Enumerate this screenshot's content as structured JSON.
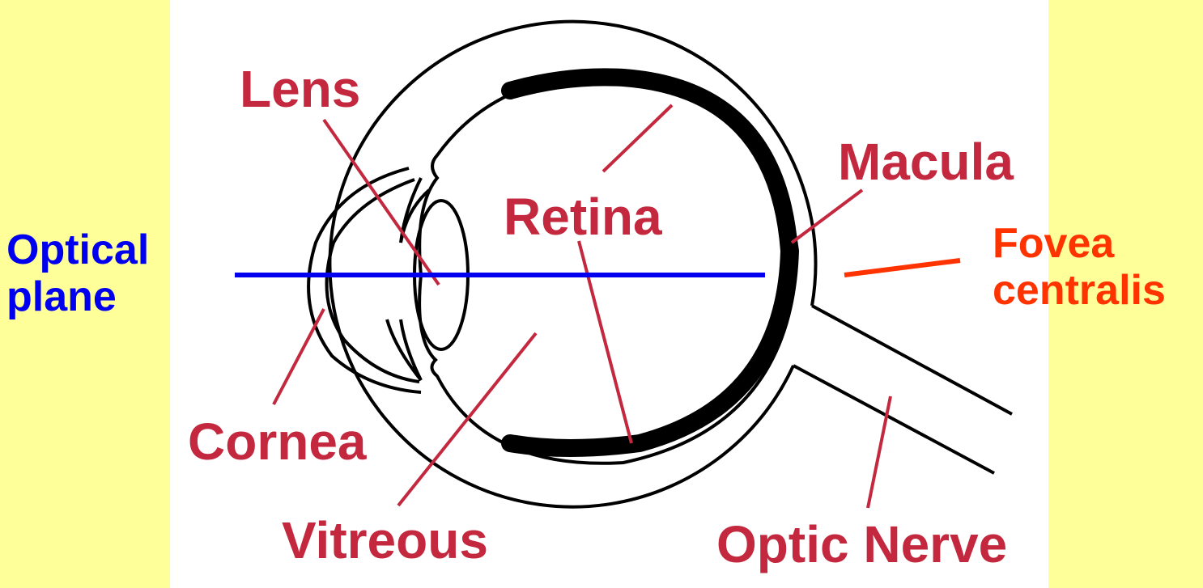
{
  "colors": {
    "slide_background": "#FFFF99",
    "panel_background": "#FFFFFF",
    "diagram_label": "#C4283E",
    "outline": "#000000",
    "optical_plane": "#0000EE",
    "fovea": "#FF3300"
  },
  "labels": {
    "lens": "Lens",
    "retina": "Retina",
    "macula": "Macula",
    "cornea": "Cornea",
    "vitreous": "Vitreous",
    "optic_nerve": "Optic Nerve"
  },
  "overlay": {
    "optical_plane": {
      "line1": "Optical",
      "line2": "plane"
    },
    "fovea": {
      "line1": "Fovea",
      "line2": "centralis"
    }
  }
}
